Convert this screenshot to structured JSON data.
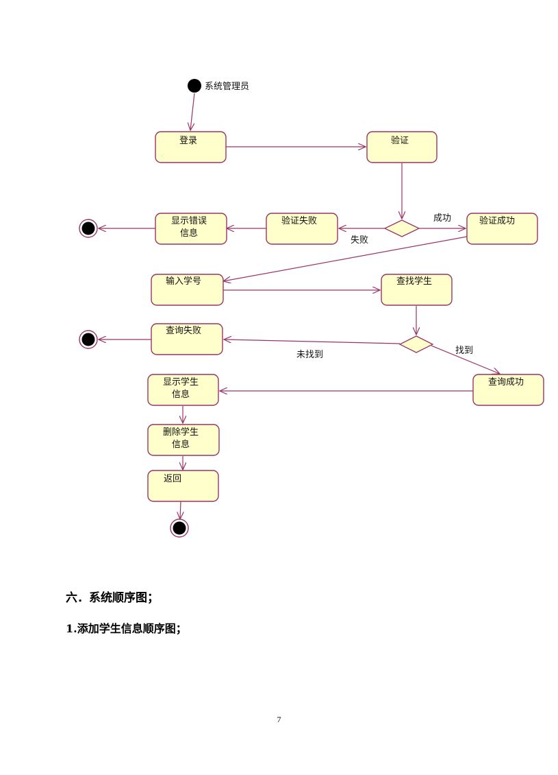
{
  "diagram": {
    "start_label": "系统管理员",
    "nodes": {
      "login": [
        "登录"
      ],
      "verify": [
        "验证"
      ],
      "show_error": [
        "显示错误",
        "信息"
      ],
      "verify_fail": [
        "验证失败"
      ],
      "verify_success": [
        "验证成功"
      ],
      "input_id": [
        "输入学号"
      ],
      "find_student": [
        "查找学生"
      ],
      "query_fail": [
        "查询失败"
      ],
      "show_student": [
        "显示学生",
        "信息"
      ],
      "query_success": [
        "查询成功"
      ],
      "delete_student": [
        "删除学生",
        "信息"
      ],
      "back": [
        "返回"
      ]
    },
    "edge_labels": {
      "success": "成功",
      "fail": "失败",
      "not_found": "未找到",
      "found": "找到"
    }
  },
  "section_heading": "六．系统顺序图；",
  "subsection_heading": "1.添加学生信息顺序图；",
  "page_number": "7"
}
